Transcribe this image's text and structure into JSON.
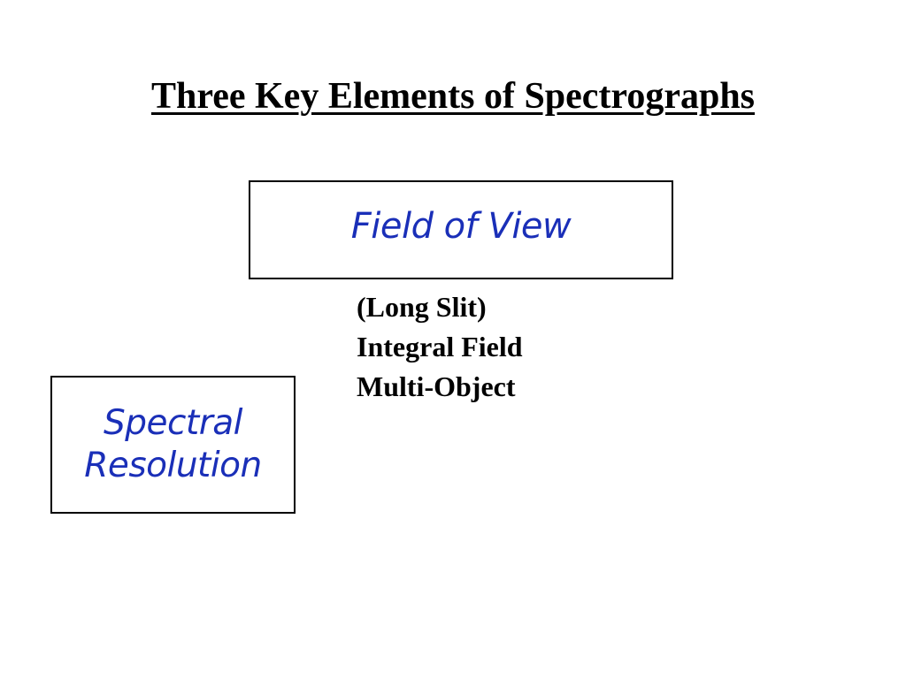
{
  "slide": {
    "title": "Three Key Elements of Spectrographs",
    "field_of_view_box": {
      "label": "Field of View",
      "modes": [
        "(Long Slit)",
        "Integral Field",
        "Multi-Object"
      ]
    },
    "spectral_resolution_box": {
      "label_lines": [
        "Spectral",
        "Resolution"
      ]
    }
  },
  "colors": {
    "box_text": "#1a2fb8",
    "title_text": "#000000",
    "box_border": "#000000",
    "background": "#ffffff"
  }
}
